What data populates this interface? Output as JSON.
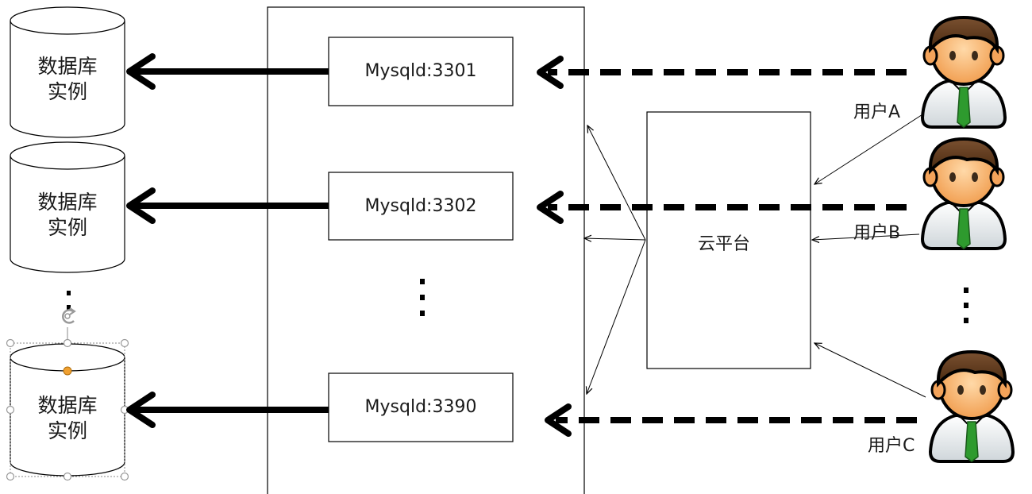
{
  "databases": [
    {
      "line1": "数据库",
      "line2": "实例"
    },
    {
      "line1": "数据库",
      "line2": "实例"
    },
    {
      "line1": "数据库",
      "line2": "实例"
    }
  ],
  "mysqld": [
    {
      "label": "Mysqld:3301"
    },
    {
      "label": "Mysqld:3302"
    },
    {
      "label": "Mysqld:3390"
    }
  ],
  "platform": {
    "label": "云平台"
  },
  "users": [
    {
      "label": "用户A"
    },
    {
      "label": "用户B"
    },
    {
      "label": "用户C"
    }
  ],
  "colors": {
    "stroke": "#000000",
    "selection_handle": "#9a9a9a",
    "selection_handle_active": "#f0a030",
    "user_hair": "#5a3a1a",
    "user_skin": "#f5b06a",
    "user_tie": "#2e9a2e"
  },
  "icons": [
    "database-cylinder",
    "user-avatar-icon",
    "rotate-handle-icon"
  ]
}
